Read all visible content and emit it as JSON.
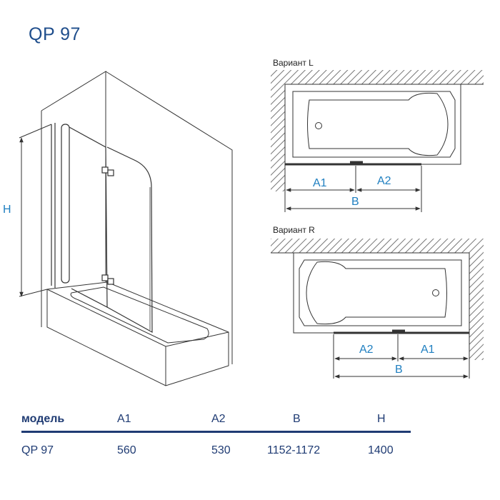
{
  "title": "QP 97",
  "labels": {
    "height": "H",
    "variant_l": "Вариант L",
    "variant_r": "Вариант R",
    "a1": "A1",
    "a2": "A2",
    "b": "B"
  },
  "colors": {
    "accent": "#1f7fc0",
    "title": "#1f4e8c",
    "table": "#1f3b73",
    "line": "#333333"
  },
  "spec_table": {
    "headers": [
      "модель",
      "A1",
      "A2",
      "B",
      "H"
    ],
    "rows": [
      [
        "QP 97",
        "560",
        "530",
        "1152-1172",
        "1400"
      ]
    ]
  }
}
